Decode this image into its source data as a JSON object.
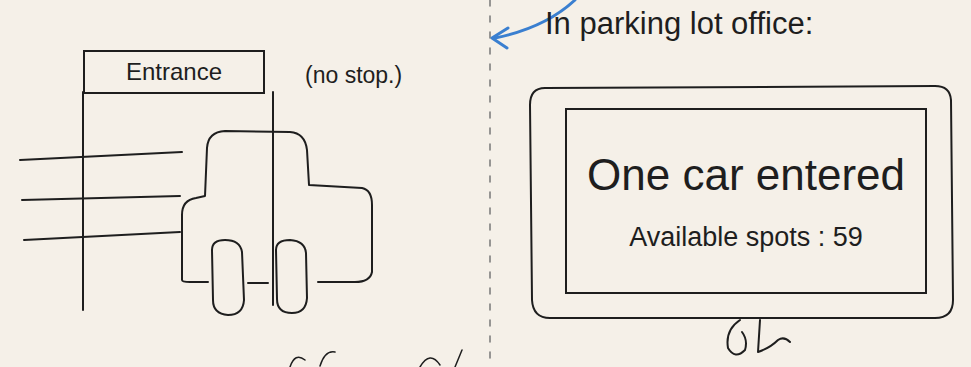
{
  "diagram": {
    "nodes": [
      {
        "text": [
          "Entrance"
        ]
      },
      {
        "text": [
          "One car entered",
          "Available spots : 59"
        ]
      }
    ],
    "labels": [
      "(no stop.)",
      "In parking lot office:"
    ]
  }
}
